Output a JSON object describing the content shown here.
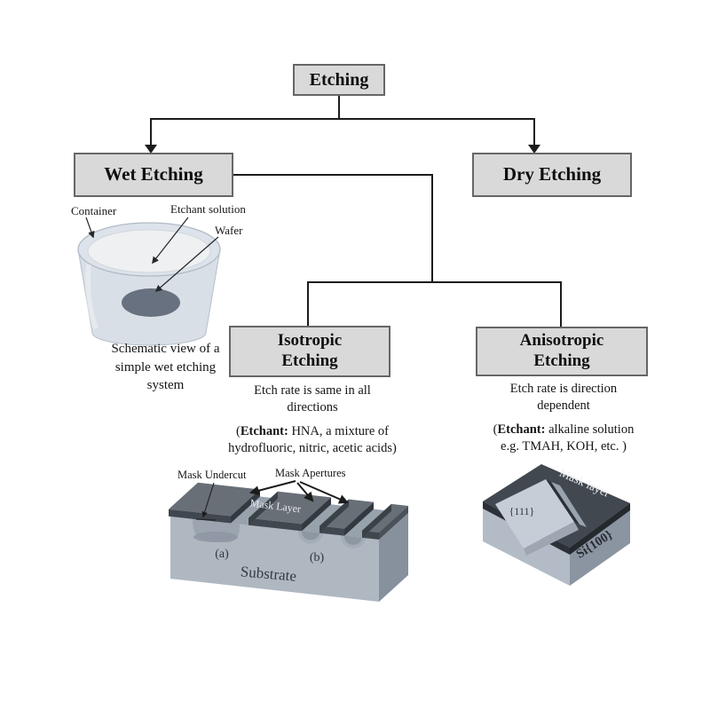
{
  "nodes": {
    "etching": {
      "label": "Etching"
    },
    "wet": {
      "label": "Wet Etching"
    },
    "dry": {
      "label": "Dry Etching"
    },
    "isotropic": {
      "line1": "Isotropic",
      "line2": "Etching"
    },
    "anisotropic": {
      "line1": "Anisotropic",
      "line2": "Etching"
    }
  },
  "wet_figure": {
    "labels": {
      "container": "Container",
      "etchant_solution": "Etchant solution",
      "wafer": "Wafer"
    },
    "caption": {
      "line1": "Schematic view of a",
      "line2": "simple wet etching",
      "line3": "system"
    }
  },
  "isotropic": {
    "desc": {
      "line1": "Etch rate is same in all",
      "line2": "directions"
    },
    "etchant": {
      "open": "(",
      "label": "Etchant:",
      "rest1": " HNA, a mixture of",
      "line2": "hydrofluoric, nitric, acetic acids)"
    },
    "figure": {
      "mask_undercut": "Mask Undercut",
      "mask_apertures": "Mask Apertures",
      "mask_layer": "Mask Layer",
      "a": "(a)",
      "b": "(b)",
      "substrate": "Substrate"
    }
  },
  "anisotropic": {
    "desc": {
      "line1": "Etch rate is direction",
      "line2": "dependent"
    },
    "etchant": {
      "open": "(",
      "label": "Etchant:",
      "rest1": " alkaline solution",
      "line2": "e.g. TMAH, KOH, etc. )"
    },
    "figure": {
      "mask_layer": "Mask layer",
      "plane_111": "{111}",
      "substrate_si": "Si{100}"
    }
  },
  "colors": {
    "box_fill": "#d9d9d9",
    "box_border": "#666666",
    "connector": "#1c1c1c",
    "mask_dark": "#42484f",
    "substrate_light": "#b3bcc6",
    "substrate_side": "#8b95a1",
    "wafer": "#68717f"
  }
}
